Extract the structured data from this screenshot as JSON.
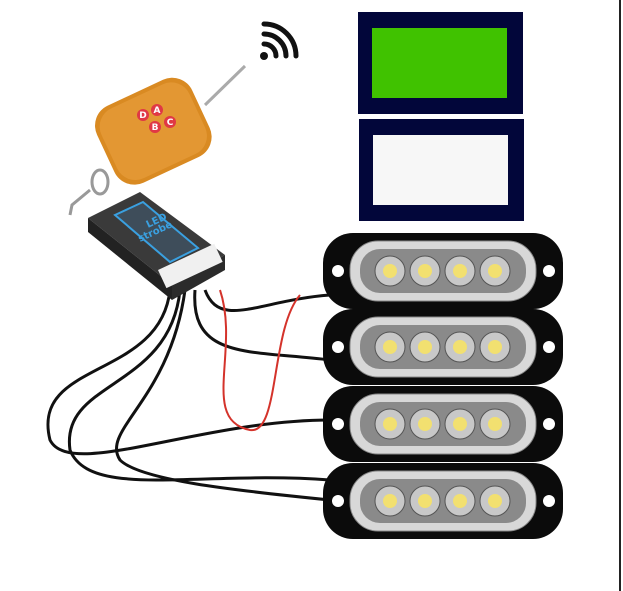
{
  "product": {
    "module_label_line1": "LED",
    "module_label_line2": "strobe",
    "remote_buttons": [
      "D",
      "A",
      "B",
      "C"
    ],
    "light_bar_count": 4,
    "leds_per_bar": 4
  },
  "swatches": [
    {
      "name": "green",
      "frame_color": "#02063a",
      "fill_color": "#40c200"
    },
    {
      "name": "white",
      "frame_color": "#02063a",
      "fill_color": "#f7f7f7"
    }
  ],
  "icons": {
    "wireless": "wifi-signal-icon"
  }
}
